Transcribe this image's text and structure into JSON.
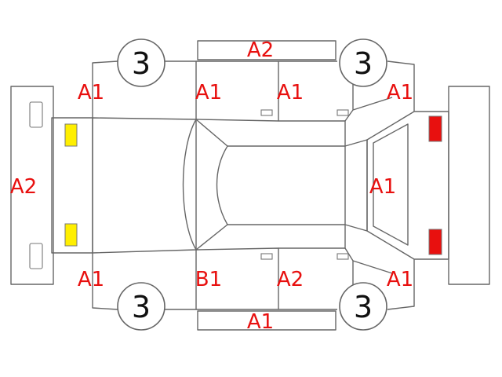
{
  "colors": {
    "outline": "#666666",
    "damage_code": "#e8100f",
    "front_lamp": "#ffef00",
    "rear_lamp": "#e8100f"
  },
  "tires": {
    "front_left": "3",
    "rear_left": "3",
    "front_right": "3",
    "rear_right": "3"
  },
  "codes": {
    "front_bumper": "A2",
    "roof_top_panel": "A2",
    "top_front_fender": "A1",
    "top_front_door": "A1",
    "top_rear_door": "A1",
    "top_rear_quarter": "A1",
    "back_door": "A1",
    "bottom_front_fender": "A1",
    "bottom_front_door": "B1",
    "bottom_rear_door": "A2",
    "bottom_rear_quarter": "A1",
    "bottom_rocker": "A1"
  }
}
